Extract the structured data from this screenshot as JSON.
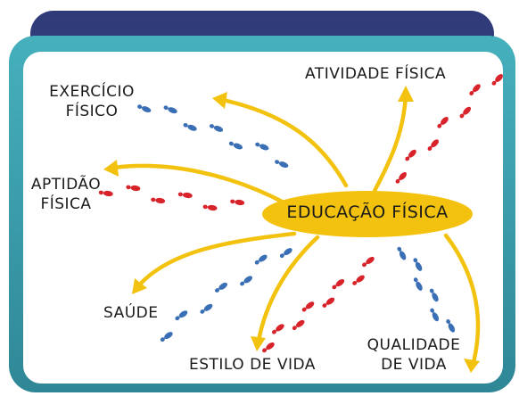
{
  "diagram": {
    "center": {
      "label": "EDUCAÇÃO FÍSICA"
    },
    "branches": [
      {
        "label_lines": [
          "ATIVIDADE FÍSICA"
        ],
        "footprint_color": "red"
      },
      {
        "label_lines": [
          "EXERCÍCIO",
          "FÍSICO"
        ],
        "footprint_color": "blue"
      },
      {
        "label_lines": [
          "APTIDÃO",
          "FÍSICA"
        ],
        "footprint_color": "red"
      },
      {
        "label_lines": [
          "SAÚDE"
        ],
        "footprint_color": "blue"
      },
      {
        "label_lines": [
          "ESTILO DE VIDA"
        ],
        "footprint_color": "red"
      },
      {
        "label_lines": [
          "QUALIDADE",
          "DE VIDA"
        ],
        "footprint_color": "blue"
      }
    ]
  },
  "colors": {
    "frame_back": "#3f4a84",
    "frame_front": "#3a9aa8",
    "panel": "#ffffff",
    "arrow": "#f2c20e",
    "center_ellipse": "#f2c20e",
    "footprint_red": "#d8232a",
    "footprint_blue": "#3a6fb5"
  }
}
